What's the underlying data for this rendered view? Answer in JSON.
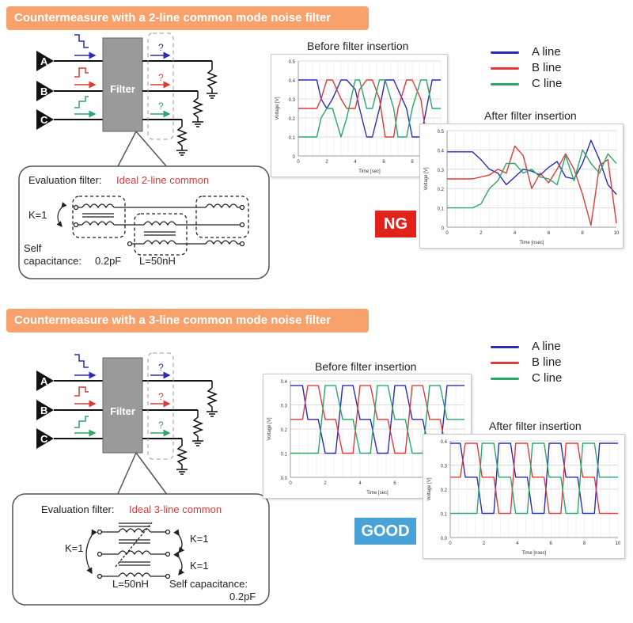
{
  "sections": {
    "top": {
      "title": "Countermeasure with a 2-line common mode noise filter",
      "filter_label": "Filter",
      "lines": [
        "A",
        "B",
        "C"
      ],
      "unknown_marks": [
        "?",
        "?",
        "?"
      ],
      "callout": {
        "eval_prefix": "Evaluation filter:",
        "eval_type": "Ideal 2-line common",
        "k": "K=1",
        "self_cap_1": "Self",
        "self_cap_2": "capacitance:",
        "self_cap_value": "0.2pF",
        "inductance": "L=50nH"
      },
      "verdict": "NG",
      "legend": [
        {
          "label": "A line",
          "color": "#2b2bb8"
        },
        {
          "label": "B line",
          "color": "#e03a3a"
        },
        {
          "label": "C line",
          "color": "#2aa86a"
        }
      ]
    },
    "bottom": {
      "title": "Countermeasure with a 3-line common mode noise filter",
      "filter_label": "Filter",
      "lines": [
        "A",
        "B",
        "C"
      ],
      "unknown_marks": [
        "?",
        "?",
        "?"
      ],
      "callout": {
        "eval_prefix": "Evaluation filter:",
        "eval_type": "Ideal 3-line common",
        "k_left": "K=1",
        "k_right_1": "K=1",
        "k_right_2": "K=1",
        "inductance": "L=50nH",
        "self_cap_1": "Self capacitance:",
        "self_cap_value": "0.2pF"
      },
      "verdict": "GOOD",
      "legend": [
        {
          "label": "A line",
          "color": "#2b2bb8"
        },
        {
          "label": "B line",
          "color": "#e03a3a"
        },
        {
          "label": "C line",
          "color": "#2aa86a"
        }
      ]
    }
  },
  "colors": {
    "accent_orange": "#f7a26c",
    "ng_red": "#e3211b",
    "good_blue": "#4aa3d8",
    "filter_gray": "#9a9a9a",
    "callout_red": "#e03a3a"
  },
  "chart_data": [
    {
      "id": "top-before",
      "type": "line",
      "title": "Before filter insertion",
      "xlabel": "Time [sec]",
      "ylabel": "Voltage [V]",
      "xlim": [
        0,
        10
      ],
      "ylim": [
        0,
        0.5
      ],
      "xticks": [
        "0",
        "2",
        "4",
        "6",
        "8"
      ],
      "yticks": [
        "0",
        "0.1",
        "0.2",
        "0.3",
        "0.4",
        "0.5"
      ],
      "grid": true,
      "series": [
        {
          "name": "A line",
          "color": "#2b2bb8",
          "x": [
            0,
            1.3,
            1.6,
            2.0,
            2.4,
            3.0,
            3.4,
            4.0,
            4.3,
            4.8,
            5.2,
            5.7,
            6.1,
            6.7,
            7.0,
            7.6,
            8.0,
            8.6,
            9.0,
            9.4,
            10
          ],
          "y": [
            0.4,
            0.4,
            0.3,
            0.25,
            0.3,
            0.4,
            0.4,
            0.35,
            0.25,
            0.1,
            0.1,
            0.25,
            0.4,
            0.4,
            0.35,
            0.25,
            0.1,
            0.1,
            0.25,
            0.4,
            0.4
          ]
        },
        {
          "name": "B line",
          "color": "#e03a3a",
          "x": [
            0,
            1.3,
            1.6,
            2.0,
            2.4,
            3.0,
            3.4,
            4.0,
            4.3,
            4.8,
            5.2,
            5.7,
            6.1,
            6.7,
            7.0,
            7.6,
            8.0,
            8.6,
            9.0,
            9.4,
            10
          ],
          "y": [
            0.25,
            0.25,
            0.3,
            0.4,
            0.4,
            0.3,
            0.25,
            0.25,
            0.35,
            0.4,
            0.4,
            0.3,
            0.1,
            0.1,
            0.25,
            0.4,
            0.4,
            0.3,
            0.1,
            0.1,
            0.1
          ]
        },
        {
          "name": "C line",
          "color": "#2aa86a",
          "x": [
            0,
            1.3,
            1.6,
            2.0,
            2.4,
            3.0,
            3.4,
            4.0,
            4.3,
            4.8,
            5.2,
            5.7,
            6.1,
            6.7,
            7.0,
            7.6,
            8.0,
            8.6,
            9.0,
            9.4,
            10
          ],
          "y": [
            0.1,
            0.1,
            0.2,
            0.25,
            0.25,
            0.1,
            0.2,
            0.4,
            0.4,
            0.25,
            0.25,
            0.4,
            0.4,
            0.25,
            0.1,
            0.1,
            0.25,
            0.4,
            0.4,
            0.25,
            0.25
          ]
        }
      ]
    },
    {
      "id": "top-after",
      "type": "line",
      "title": "After filter insertion",
      "xlabel": "Time [nsec]",
      "ylabel": "Voltage [V]",
      "xlim": [
        0,
        10
      ],
      "ylim": [
        0,
        0.5
      ],
      "xticks": [
        "0",
        "2",
        "4",
        "6",
        "8",
        "10"
      ],
      "yticks": [
        "0",
        "0.1",
        "0.2",
        "0.3",
        "0.4",
        "0.5"
      ],
      "grid": true,
      "series": [
        {
          "name": "A line",
          "color": "#2b2bb8",
          "x": [
            0,
            1.5,
            2.0,
            2.5,
            3.0,
            3.5,
            4.0,
            4.5,
            5.0,
            5.5,
            6.0,
            6.5,
            7.0,
            7.5,
            8.0,
            8.5,
            9.0,
            9.5,
            10
          ],
          "y": [
            0.39,
            0.39,
            0.35,
            0.3,
            0.28,
            0.22,
            0.26,
            0.3,
            0.29,
            0.27,
            0.31,
            0.34,
            0.26,
            0.25,
            0.33,
            0.45,
            0.35,
            0.22,
            0.17
          ]
        },
        {
          "name": "B line",
          "color": "#e03a3a",
          "x": [
            0,
            1.5,
            2.0,
            2.5,
            3.0,
            3.5,
            4.0,
            4.5,
            5.0,
            5.5,
            6.0,
            6.5,
            7.0,
            7.5,
            8.0,
            8.5,
            9.0,
            9.5,
            10
          ],
          "y": [
            0.25,
            0.25,
            0.26,
            0.27,
            0.3,
            0.28,
            0.42,
            0.37,
            0.2,
            0.28,
            0.23,
            0.3,
            0.38,
            0.3,
            0.17,
            0.01,
            0.32,
            0.35,
            0.02
          ]
        },
        {
          "name": "C line",
          "color": "#2aa86a",
          "x": [
            0,
            1.5,
            2.0,
            2.5,
            3.0,
            3.5,
            4.0,
            4.5,
            5.0,
            5.5,
            6.0,
            6.5,
            7.0,
            7.5,
            8.0,
            8.5,
            9.0,
            9.5,
            10
          ],
          "y": [
            0.1,
            0.1,
            0.12,
            0.2,
            0.24,
            0.33,
            0.33,
            0.28,
            0.3,
            0.26,
            0.25,
            0.22,
            0.37,
            0.24,
            0.4,
            0.33,
            0.28,
            0.38,
            0.33
          ]
        }
      ]
    },
    {
      "id": "bottom-before",
      "type": "line",
      "title": "Before filter insertion",
      "xlabel": "Time [sec]",
      "ylabel": "Voltage [V]",
      "xlim": [
        0,
        10
      ],
      "ylim": [
        0,
        0.4
      ],
      "xticks": [
        "0",
        "2",
        "4",
        "6",
        "8"
      ],
      "yticks": [
        "0.0",
        "0.1",
        "0.2",
        "0.3",
        "0.4"
      ],
      "grid": true,
      "series": [
        {
          "name": "A line",
          "color": "#2b2bb8",
          "x": [
            0,
            0.7,
            1.0,
            1.6,
            2.0,
            2.6,
            3.0,
            3.6,
            4.0,
            4.6,
            5.0,
            5.6,
            6.0,
            6.6,
            7.0,
            7.6,
            8.0,
            8.6,
            9.0,
            10
          ],
          "y": [
            0.38,
            0.38,
            0.24,
            0.24,
            0.1,
            0.1,
            0.38,
            0.38,
            0.24,
            0.24,
            0.1,
            0.1,
            0.38,
            0.38,
            0.24,
            0.24,
            0.1,
            0.1,
            0.38,
            0.38
          ]
        },
        {
          "name": "B line",
          "color": "#e03a3a",
          "x": [
            0,
            0.7,
            1.0,
            1.6,
            2.0,
            2.6,
            3.0,
            3.6,
            4.0,
            4.6,
            5.0,
            5.6,
            6.0,
            6.6,
            7.0,
            7.6,
            8.0,
            8.6,
            9.0,
            10
          ],
          "y": [
            0.24,
            0.24,
            0.38,
            0.38,
            0.24,
            0.24,
            0.1,
            0.1,
            0.38,
            0.38,
            0.24,
            0.24,
            0.1,
            0.1,
            0.38,
            0.38,
            0.24,
            0.24,
            0.1,
            0.1
          ]
        },
        {
          "name": "C line",
          "color": "#2aa86a",
          "x": [
            0,
            0.7,
            1.0,
            1.6,
            2.0,
            2.6,
            3.0,
            3.6,
            4.0,
            4.6,
            5.0,
            5.6,
            6.0,
            6.6,
            7.0,
            7.6,
            8.0,
            8.6,
            9.0,
            10
          ],
          "y": [
            0.1,
            0.1,
            0.1,
            0.1,
            0.38,
            0.38,
            0.24,
            0.24,
            0.1,
            0.1,
            0.38,
            0.38,
            0.24,
            0.24,
            0.1,
            0.1,
            0.38,
            0.38,
            0.24,
            0.24
          ]
        }
      ]
    },
    {
      "id": "bottom-after",
      "type": "line",
      "title": "After filter insertion",
      "xlabel": "Time [nsec]",
      "ylabel": "Voltage [V]",
      "xlim": [
        0,
        10
      ],
      "ylim": [
        0,
        0.4
      ],
      "xticks": [
        "0",
        "2",
        "4",
        "6",
        "8",
        "10"
      ],
      "yticks": [
        "0.0",
        "0.1",
        "0.2",
        "0.3",
        "0.4"
      ],
      "grid": true,
      "series": [
        {
          "name": "A line",
          "color": "#2b2bb8",
          "x": [
            0,
            0.6,
            0.9,
            1.6,
            1.9,
            2.6,
            2.9,
            3.6,
            3.9,
            4.6,
            4.9,
            5.6,
            5.9,
            6.6,
            6.9,
            7.6,
            7.9,
            8.6,
            8.9,
            10
          ],
          "y": [
            0.39,
            0.39,
            0.25,
            0.25,
            0.1,
            0.1,
            0.39,
            0.39,
            0.25,
            0.25,
            0.1,
            0.1,
            0.39,
            0.39,
            0.25,
            0.25,
            0.1,
            0.1,
            0.39,
            0.39
          ]
        },
        {
          "name": "B line",
          "color": "#e03a3a",
          "x": [
            0,
            0.6,
            0.9,
            1.6,
            1.9,
            2.6,
            2.9,
            3.6,
            3.9,
            4.6,
            4.9,
            5.6,
            5.9,
            6.6,
            6.9,
            7.6,
            7.9,
            8.6,
            8.9,
            10
          ],
          "y": [
            0.25,
            0.25,
            0.39,
            0.39,
            0.25,
            0.25,
            0.1,
            0.1,
            0.39,
            0.39,
            0.25,
            0.25,
            0.1,
            0.1,
            0.39,
            0.39,
            0.25,
            0.25,
            0.1,
            0.1
          ]
        },
        {
          "name": "C line",
          "color": "#2aa86a",
          "x": [
            0,
            0.6,
            0.9,
            1.6,
            1.9,
            2.6,
            2.9,
            3.6,
            3.9,
            4.6,
            4.9,
            5.6,
            5.9,
            6.6,
            6.9,
            7.6,
            7.9,
            8.6,
            8.9,
            10
          ],
          "y": [
            0.1,
            0.1,
            0.1,
            0.1,
            0.39,
            0.39,
            0.25,
            0.25,
            0.1,
            0.1,
            0.39,
            0.39,
            0.25,
            0.25,
            0.1,
            0.1,
            0.39,
            0.39,
            0.25,
            0.25
          ]
        }
      ]
    }
  ]
}
